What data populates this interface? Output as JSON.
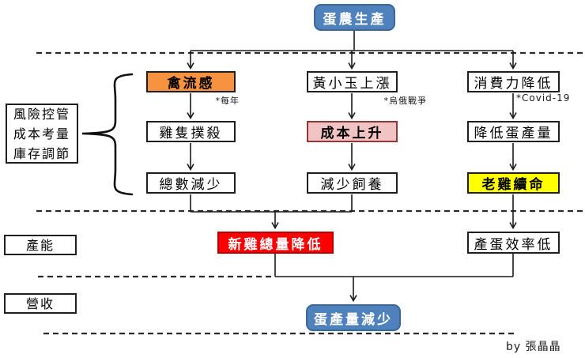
{
  "flow": {
    "root": {
      "label": "蛋農生產"
    },
    "columns": [
      {
        "top": {
          "label": "禽流感",
          "note": "*每年"
        },
        "mid": {
          "label": "雞隻撲殺"
        },
        "bottom": {
          "label": "總數減少"
        }
      },
      {
        "top": {
          "label": "黃小玉上漲",
          "note": "*烏俄戰爭"
        },
        "mid": {
          "label": "成本上升"
        },
        "bottom": {
          "label": "減少飼養"
        }
      },
      {
        "top": {
          "label": "消費力降低",
          "note": "*Covid-19"
        },
        "mid": {
          "label": "降低蛋產量"
        },
        "bottom": {
          "label": "老雞續命"
        }
      }
    ],
    "capacity": {
      "left": {
        "label": "新雞總量降低"
      },
      "right": {
        "label": "產蛋效率低"
      }
    },
    "result": {
      "label": "蛋產量減少"
    }
  },
  "side": {
    "brace_labels": [
      "風險控管",
      "成本考量",
      "庫存調節"
    ],
    "capacity_label": "產能",
    "revenue_label": "營收"
  },
  "credit": "by 張晶晶",
  "colors": {
    "blue_fill": "#4f81bd",
    "blue_border": "#3a6795",
    "orange_fill": "#f79240",
    "pink_fill": "#f2c3c3",
    "pink_border": "#8f3836",
    "yellow_fill": "#ffff00",
    "red_fill": "#fe0000",
    "line": "#1a1a1a"
  }
}
